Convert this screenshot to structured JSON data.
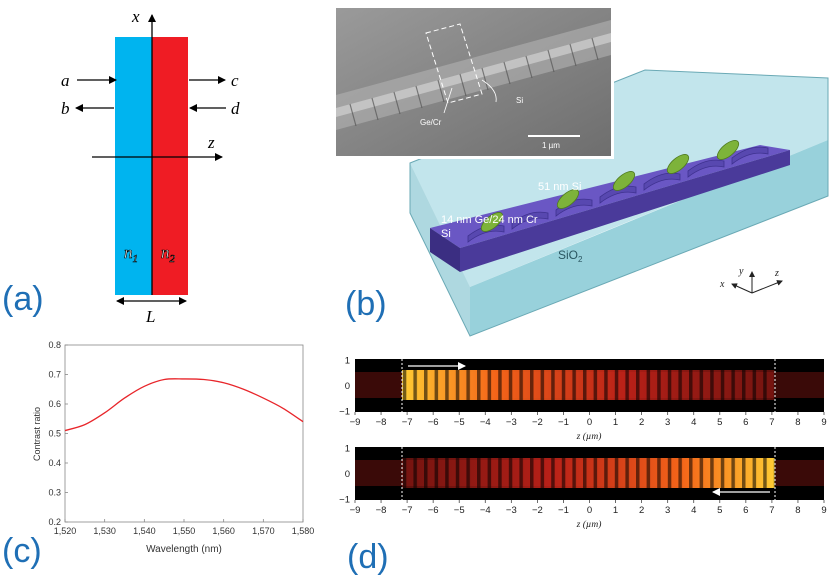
{
  "panel_labels": {
    "a": "(a)",
    "b": "(b)",
    "c": "(c)",
    "d": "(d)"
  },
  "panel_a": {
    "axis_x": "x",
    "axis_z": "z",
    "arrows": {
      "a": "a",
      "b": "b",
      "c": "c",
      "d": "d"
    },
    "n1": {
      "base": "n",
      "sub": "1"
    },
    "n2": {
      "base": "n",
      "sub": "2"
    },
    "length": "L",
    "colors": {
      "left": "#00b4ef",
      "right": "#ef1c24"
    }
  },
  "panel_b": {
    "sem": {
      "ge_cr": "Ge/Cr",
      "si": "Si",
      "scale": "1 µm"
    },
    "labels": {
      "si51": "51 nm Si",
      "gecr": "14 nm Ge/24 nm Cr",
      "si": "Si",
      "sio2": "SiO",
      "sio2_sub": "2"
    },
    "axes": {
      "x": "x",
      "y": "y",
      "z": "z"
    },
    "colors": {
      "cladding": "#7fc3cf",
      "waveguide": "#5b4aa8",
      "pads": "#7db33a"
    }
  },
  "chart_data": [
    {
      "type": "line",
      "xlabel": "Wavelength (nm)",
      "ylabel": "Contrast ratio",
      "xlim": [
        1520,
        1580
      ],
      "ylim": [
        0.2,
        0.8
      ],
      "x_ticks": [
        "1,520",
        "1,530",
        "1,540",
        "1,550",
        "1,560",
        "1,570",
        "1,580"
      ],
      "y_ticks": [
        "0.2",
        "0.3",
        "0.4",
        "0.5",
        "0.6",
        "0.7",
        "0.8"
      ],
      "x": [
        1520,
        1525,
        1530,
        1535,
        1540,
        1545,
        1550,
        1555,
        1560,
        1565,
        1570,
        1575,
        1580
      ],
      "y": [
        0.51,
        0.53,
        0.57,
        0.62,
        0.66,
        0.683,
        0.685,
        0.683,
        0.672,
        0.65,
        0.62,
        0.585,
        0.54
      ],
      "color": "#e8252a"
    },
    {
      "type": "heatmap",
      "xlabel": "z (µm)",
      "xlim": [
        -9,
        9
      ],
      "x_ticks": [
        "−9",
        "−8",
        "−7",
        "−6",
        "−5",
        "−4",
        "−3",
        "−2",
        "−1",
        "0",
        "1",
        "2",
        "3",
        "4",
        "5",
        "6",
        "7",
        "8",
        "9"
      ],
      "y_ticks": [
        "1",
        "0",
        "−1"
      ],
      "panels": [
        {
          "direction": "forward",
          "intensity": "decreasing along z",
          "region": [
            -7.2,
            7.2
          ]
        },
        {
          "direction": "backward",
          "intensity": "increasing along z",
          "region": [
            -7.2,
            7.2
          ]
        }
      ]
    }
  ]
}
